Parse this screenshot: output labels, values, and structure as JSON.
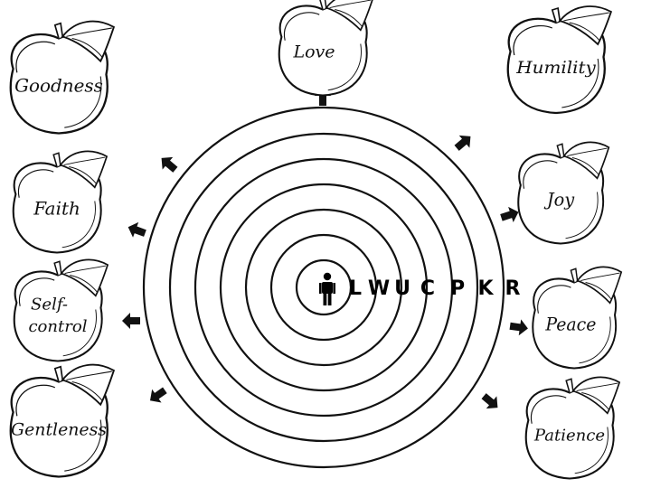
{
  "center": {
    "letters": [
      "L",
      "W",
      "U",
      "C",
      "P",
      "K",
      "R"
    ],
    "person_icon": "person-icon"
  },
  "fruits": [
    {
      "id": "love",
      "label": "Love"
    },
    {
      "id": "humility",
      "label": "Humility"
    },
    {
      "id": "goodness",
      "label": "Goodness"
    },
    {
      "id": "joy",
      "label": "Joy"
    },
    {
      "id": "faith",
      "label": "Faith"
    },
    {
      "id": "self-control",
      "label_lines": [
        "Self-",
        "control"
      ]
    },
    {
      "id": "peace",
      "label": "Peace"
    },
    {
      "id": "gentleness",
      "label": "Gentleness"
    },
    {
      "id": "patience",
      "label": "Patience"
    }
  ],
  "colors": {
    "stroke": "#111111",
    "arrow": "#111111",
    "background": "#ffffff"
  }
}
